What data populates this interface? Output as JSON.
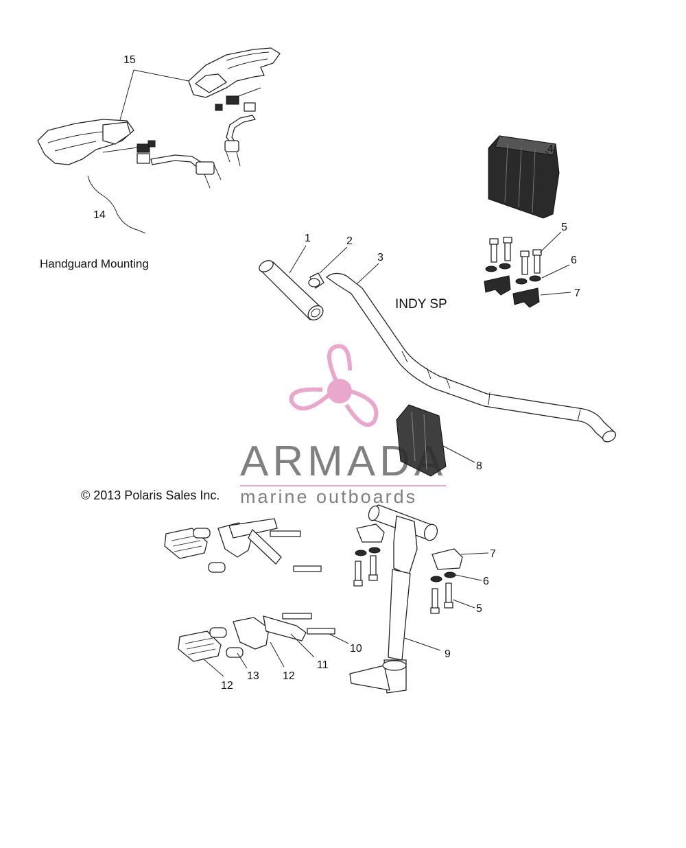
{
  "labels": {
    "handguard_mounting": "Handguard Mounting",
    "model": "INDY SP",
    "copyright": "© 2013 Polaris Sales Inc."
  },
  "watermark": {
    "brand": "ARMADA",
    "tagline": "marine outboards",
    "brand_color": "#7a7a7a",
    "accent_color": "#e8a3c9"
  },
  "callouts": {
    "c1": "1",
    "c2": "2",
    "c3": "3",
    "c4": "4",
    "c5a": "5",
    "c6a": "6",
    "c7a": "7",
    "c8": "8",
    "c9": "9",
    "c7b": "7",
    "c6b": "6",
    "c5b": "5",
    "c10": "10",
    "c11": "11",
    "c12a": "12",
    "c13": "13",
    "c12b": "12",
    "c14": "14",
    "c15": "15"
  }
}
